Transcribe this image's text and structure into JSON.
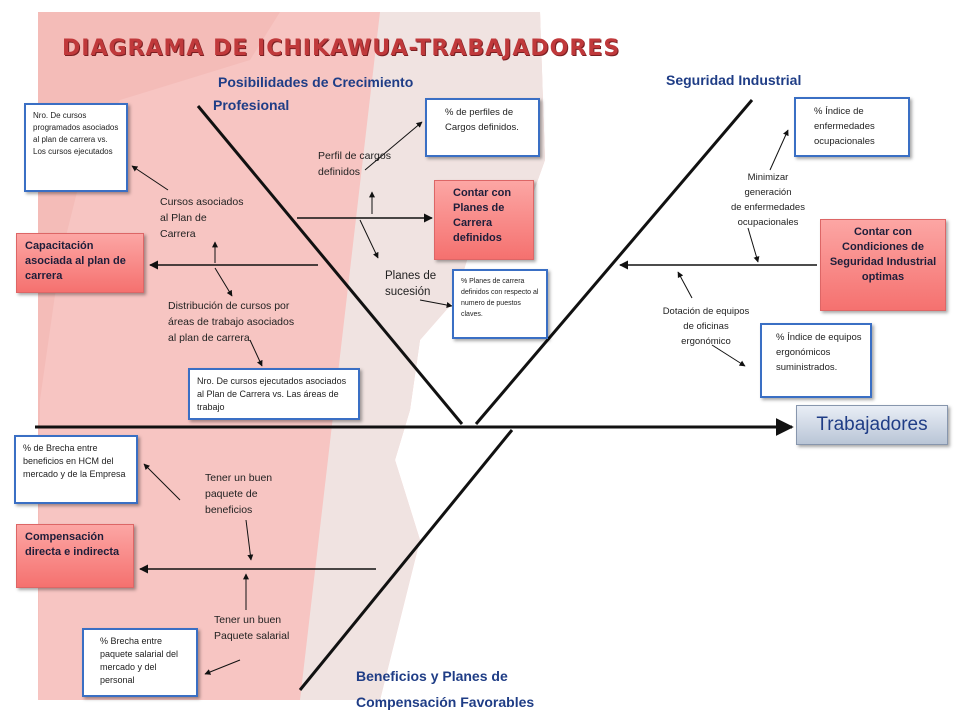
{
  "title": "DIAGRAMA DE ICHIKAWUA-TRABAJADORES",
  "effect": "Trabajadores",
  "categories": {
    "crecimiento_l1": "Posibilidades de Crecimiento",
    "crecimiento_l2": "Profesional",
    "seguridad": "Seguridad Industrial",
    "beneficios_l1": "Beneficios y  Planes de",
    "beneficios_l2": "Compensación Favorables"
  },
  "labels": {
    "perfil": "Perfil de cargos\ndefinidos",
    "cursos": "Cursos asociados\nal Plan de\nCarrera",
    "planes_sucesion": "Planes de\nsucesión",
    "distribucion": "Distribución de cursos por\náreas de trabajo asociados\nal plan de carrera",
    "minimizar": "Minimizar\ngeneración\nde enfermedades\nocupacionales",
    "dotacion": "Dotación de equipos\nde oficinas\nergonómico",
    "paquete_beneficios": "Tener un buen\npaquete de\nbeneficios",
    "paquete_salarial": "Tener un buen\nPaquete salarial"
  },
  "boxes": {
    "nro_cursos_programados": "Nro. De cursos programados asociados al plan de carrera vs. Los cursos ejecutados",
    "pct_perfiles": "% de perfiles de Cargos definidos.",
    "pct_planes_carrera": "% Planes de carrera definidos con respecto al numero de puestos claves.",
    "nro_cursos_ejecutados": "Nro. De cursos ejecutados asociados al Plan de Carrera vs. Las áreas de trabajo",
    "pct_enfermedades": "% Índice de enfermedades ocupacionales",
    "pct_equipos": "% Índice de equipos ergonómicos suministrados.",
    "pct_brecha_beneficios": "% de Brecha entre beneficios en HCM del mercado y de la Empresa",
    "pct_brecha_salarial": "% Brecha entre paquete salarial del mercado y del personal"
  },
  "pink_boxes": {
    "capacitacion": "Capacitación asociada al plan de carrera",
    "contar_planes": "Contar con Planes de Carrera definidos",
    "contar_condiciones": "Contar con Condiciones de Seguridad Industrial optimas",
    "compensacion": "Compensación directa e indirecta"
  },
  "colors": {
    "title": "#c0393b",
    "category": "#1f3d86",
    "box_border": "#3a6fc4",
    "pink_fill": "#f88a88",
    "background_silhouette": "#f7c5c2"
  }
}
